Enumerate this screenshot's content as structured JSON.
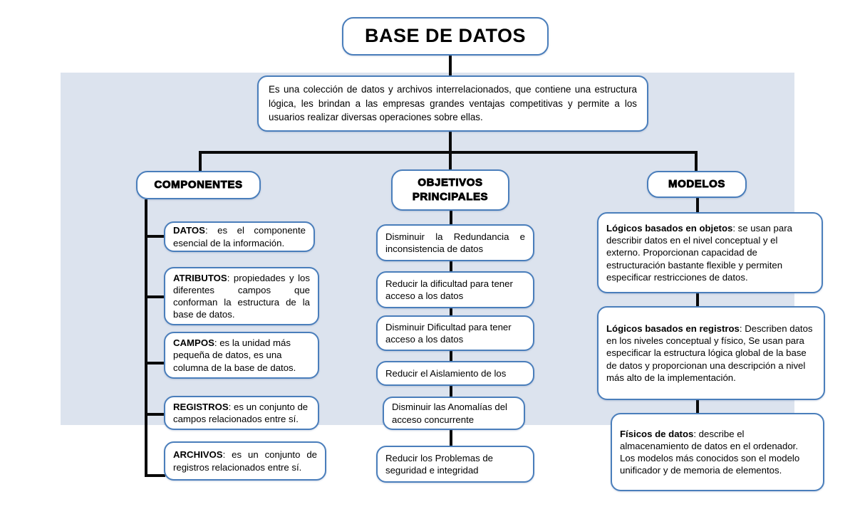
{
  "diagram": {
    "title": "BASE DE DATOS",
    "intro": "Es una colección de datos y archivos interrelacionados, que contiene una estructura lógica, les brindan a las empresas grandes ventajas competitivas y permite a los usuarios realizar diversas operaciones sobre ellas.",
    "colors": {
      "box_border": "#4a7ebb",
      "box_fill": "#ffffff",
      "backdrop": "#dce3ee",
      "connector": "#0a0a0a",
      "text": "#000000"
    },
    "branches": [
      {
        "id": "componentes",
        "heading": "COMPONENTES",
        "items": [
          {
            "lead": "DATOS",
            "sep": ":",
            "body": " es el componente esencial de la información."
          },
          {
            "lead": "ATRIBUTOS",
            "sep": ":",
            "body": " propiedades y los diferentes campos que conforman la estructura de la base de datos."
          },
          {
            "lead": "CAMPOS",
            "sep": ":",
            "body": " es la unidad más pequeña de datos, es una columna de la base de datos."
          },
          {
            "lead": "REGISTROS",
            "sep": ":",
            "body": " es un conjunto de campos relacionados entre sí."
          },
          {
            "lead": "ARCHIVOS",
            "sep": ":",
            "body": " es un conjunto de registros relacionados entre sí."
          }
        ]
      },
      {
        "id": "objetivos",
        "heading": "OBJETIVOS PRINCIPALES",
        "heading_line1": "OBJETIVOS",
        "heading_line2": "PRINCIPALES",
        "items": [
          {
            "lead": "",
            "sep": "",
            "body": "Disminuir la Redundancia e inconsistencia de datos"
          },
          {
            "lead": "",
            "sep": "",
            "body": "Reducir la dificultad para tener acceso a los datos"
          },
          {
            "lead": "",
            "sep": "",
            "body": "Disminuir Dificultad para tener acceso a los datos"
          },
          {
            "lead": "",
            "sep": "",
            "body": "Reducir  el Aislamiento de los"
          },
          {
            "lead": "",
            "sep": "",
            "body": "Disminuir las Anomalías del acceso concurrente"
          },
          {
            "lead": "",
            "sep": "",
            "body": "Reducir los Problemas de seguridad e integridad"
          }
        ]
      },
      {
        "id": "modelos",
        "heading": "MODELOS",
        "items": [
          {
            "lead": "Lógicos basados en objetos",
            "sep": ":",
            "body": " se usan para describir datos en el nivel conceptual y el externo. Proporcionan capacidad de estructuración bastante flexible y permiten especificar restricciones de datos."
          },
          {
            "lead": "Lógicos basados en registros",
            "sep": ":",
            "body": " Describen datos en los niveles conceptual y físico, Se usan para especificar la estructura lógica global de la base de datos y proporcionan una descripción a nivel más alto de la implementación."
          },
          {
            "lead": "Físicos de datos",
            "sep": ":",
            "body": " describe el almacenamiento de datos en el ordenador.  Los modelos más conocidos son el modelo unificador y de memoria de elementos."
          }
        ]
      }
    ]
  }
}
